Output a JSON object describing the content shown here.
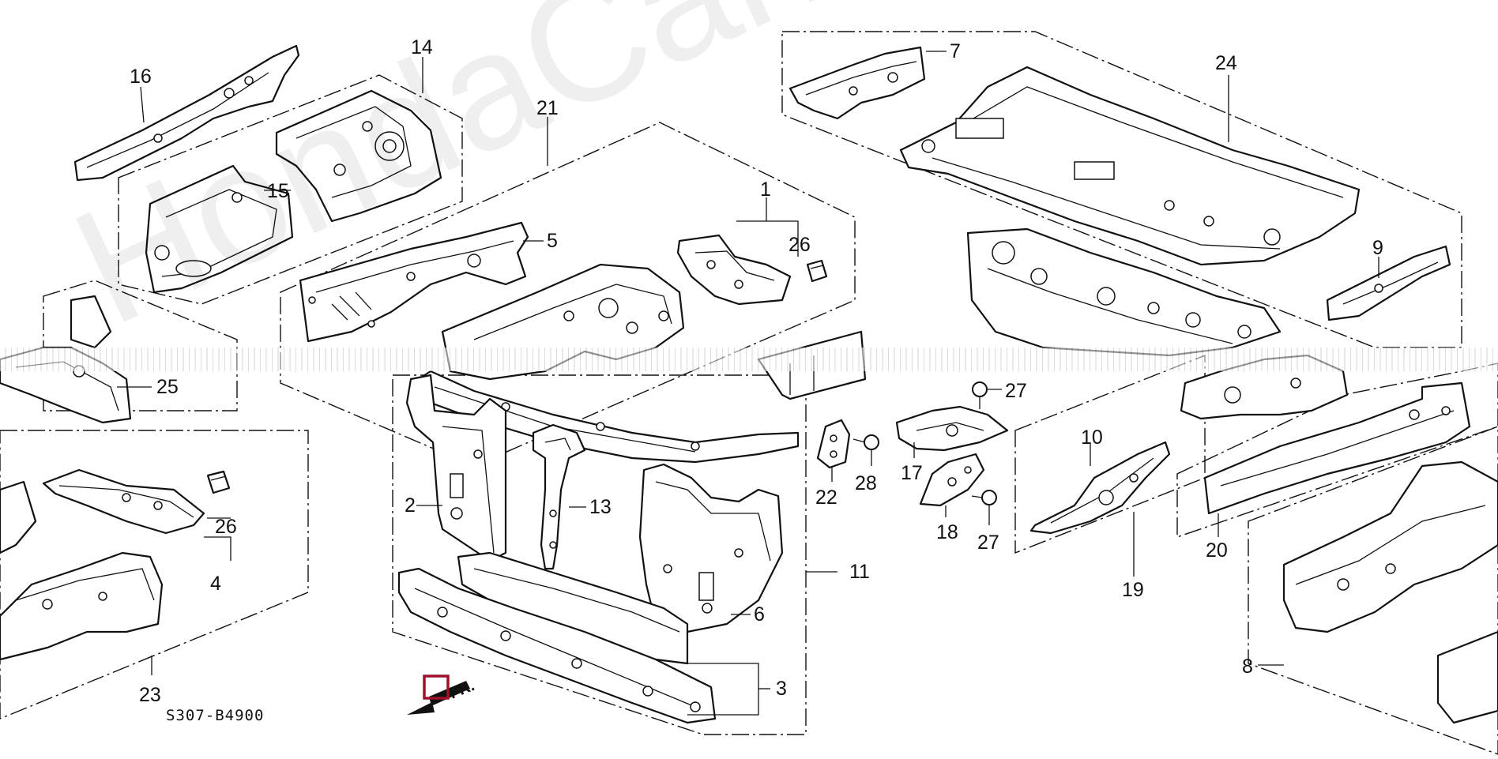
{
  "watermark": "HondaCarMir.ru",
  "diagram_code": "S307-B4900",
  "direction_label": "FR.",
  "accent_color": "#a0102a",
  "labels": {
    "l1": "1",
    "l2": "2",
    "l3": "3",
    "l4": "4",
    "l5": "5",
    "l6": "6",
    "l7": "7",
    "l8": "8",
    "l9": "9",
    "l10": "10",
    "l11": "11",
    "l13": "13",
    "l14": "14",
    "l15": "15",
    "l16": "16",
    "l17": "17",
    "l18": "18",
    "l19": "19",
    "l20": "20",
    "l21": "21",
    "l22": "22",
    "l23": "23",
    "l24": "24",
    "l25": "25",
    "l26a": "26",
    "l26b": "26",
    "l27a": "27",
    "l27b": "27",
    "l28": "28"
  }
}
